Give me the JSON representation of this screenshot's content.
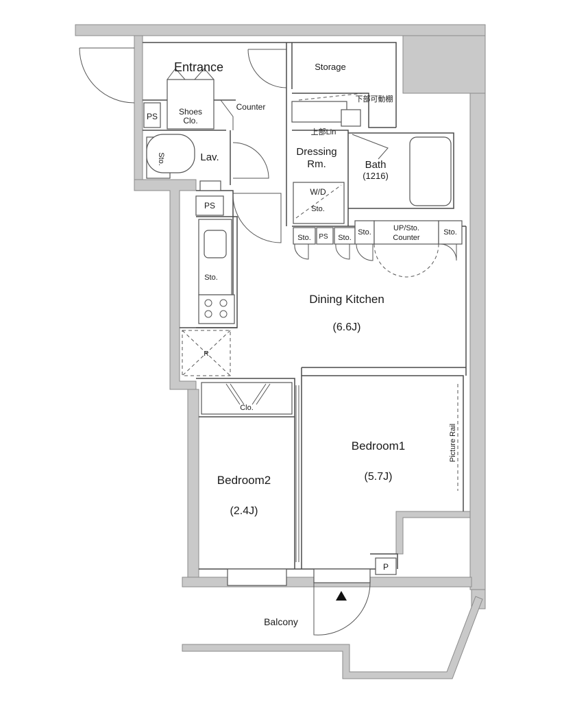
{
  "rooms": {
    "entrance": "Entrance",
    "storage": "Storage",
    "counter": "Counter",
    "shoes_line1": "Shoes",
    "shoes_line2": "Clo.",
    "ps_top": "PS",
    "ps_mid": "PS",
    "ps_small": "PS",
    "lav": "Lav.",
    "lav_sto": "Sto.",
    "dressing_line1": "Dressing",
    "dressing_line2": "Rm.",
    "kabu_kadou": "下部可動棚",
    "jobu_lin": "上部Lin",
    "bath": "Bath",
    "bath_size": "(1216)",
    "wd": "W/D",
    "wd_sto": "Sto.",
    "sto_1": "Sto.",
    "sto_2": "Sto.",
    "sto_3": "Sto.",
    "sto_4": "Sto.",
    "up_sto_line1": "UP/Sto.",
    "up_sto_line2": "Counter",
    "kitchen_sto": "Sto.",
    "fridge": "R",
    "dining_kitchen": "Dining Kitchen",
    "dining_size": "(6.6J)",
    "closet": "Clo.",
    "bedroom1": "Bedroom1",
    "bedroom1_size": "(5.7J)",
    "picture_rail": "Picture Rail",
    "bedroom2": "Bedroom2",
    "bedroom2_size": "(2.4J)",
    "p_box": "P",
    "balcony": "Balcony"
  }
}
